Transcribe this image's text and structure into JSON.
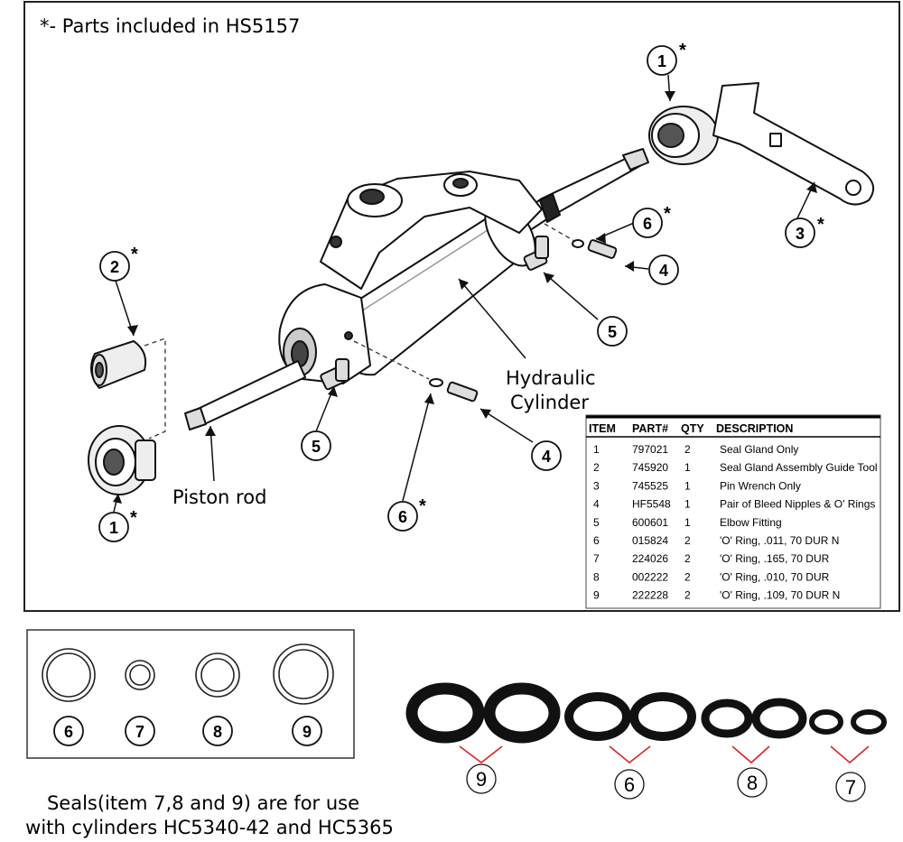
{
  "header_note": "*- Parts included in HS5157",
  "labels": {
    "hydraulic_line1": "Hydraulic",
    "hydraulic_line2": "Cylinder",
    "piston_rod": "Piston rod"
  },
  "callouts": {
    "c1_top": "1",
    "c1_bottom": "1",
    "c2": "2",
    "c3": "3",
    "c4_right": "4",
    "c4_bottom": "4",
    "c5_right": "5",
    "c5_left": "5",
    "c6_top": "6",
    "c6_bottom": "6",
    "star": "*"
  },
  "table": {
    "headers": [
      "ITEM",
      "PART#",
      "QTY",
      "DESCRIPTION"
    ],
    "rows": [
      [
        "1",
        "797021",
        "2",
        "Seal Gland Only"
      ],
      [
        "2",
        "745920",
        "1",
        "Seal Gland Assembly Guide Tool"
      ],
      [
        "3",
        "745525",
        "1",
        "Pin Wrench Only"
      ],
      [
        "4",
        "HF5548",
        "1",
        "Pair of Bleed Nipples & O' Rings"
      ],
      [
        "5",
        "600601",
        "1",
        "Elbow Fitting"
      ],
      [
        "6",
        "015824",
        "2",
        "'O' Ring, .011, 70 DUR N"
      ],
      [
        "7",
        "224026",
        "2",
        "'O' Ring, .165, 70 DUR"
      ],
      [
        "8",
        "002222",
        "2",
        "'O' Ring, .010, 70 DUR"
      ],
      [
        "9",
        "222228",
        "2",
        "'O' Ring, .109, 70 DUR N"
      ]
    ]
  },
  "seal_chart": [
    "6",
    "7",
    "8",
    "9"
  ],
  "photo_rings": [
    "9",
    "6",
    "8",
    "7"
  ],
  "footer_line1": "Seals(item 7,8 and 9) are for use",
  "footer_line2": "with cylinders HC5340-42 and HC5365"
}
